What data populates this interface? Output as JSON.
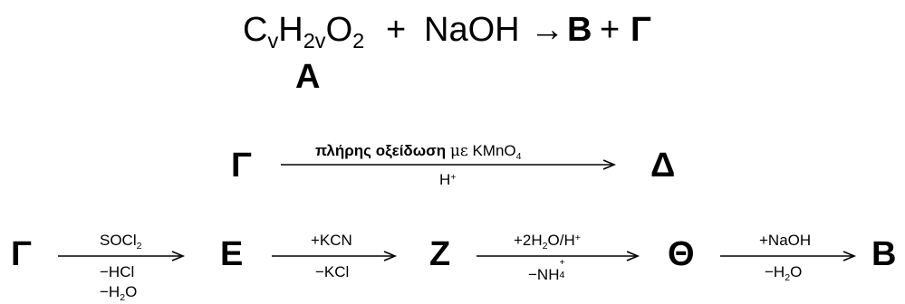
{
  "equation1": {
    "formula": {
      "c": "C",
      "v1": "v",
      "h": "H",
      "two_v": "2v",
      "o": "O",
      "two": "2"
    },
    "plus1": "+",
    "reagent": "NaOH",
    "arrow": "→",
    "product1": "Β",
    "plus2": "+",
    "product2": "Γ",
    "reactant_label": "Α"
  },
  "reaction2": {
    "reactant": "Γ",
    "above_bold": "πλήρης οξείδωση",
    "above_mu": "με",
    "above_reagent": {
      "base": "KMnO",
      "sub": "4"
    },
    "below": {
      "base": "H",
      "sup": "+"
    },
    "product": "Δ"
  },
  "chain": {
    "start": "Γ",
    "step1": {
      "above": {
        "base": "SOCl",
        "sub": "2"
      },
      "below1": "−HCl",
      "below2": {
        "pre": "−H",
        "sub": "2",
        "post": "O"
      }
    },
    "p1": "Ε",
    "step2": {
      "above": "+KCN",
      "below": "−KCl"
    },
    "p2": "Ζ",
    "step3": {
      "above": {
        "pre": "+2H",
        "sub": "2",
        "mid": "O/H",
        "sup": "+"
      },
      "below": {
        "pre": "−NH",
        "sup": "+",
        "sub": "4"
      }
    },
    "p3": "Θ",
    "step4": {
      "above": "+NaOH",
      "below": {
        "pre": "−H",
        "sub": "2",
        "post": "O"
      }
    },
    "p4": "Β"
  }
}
